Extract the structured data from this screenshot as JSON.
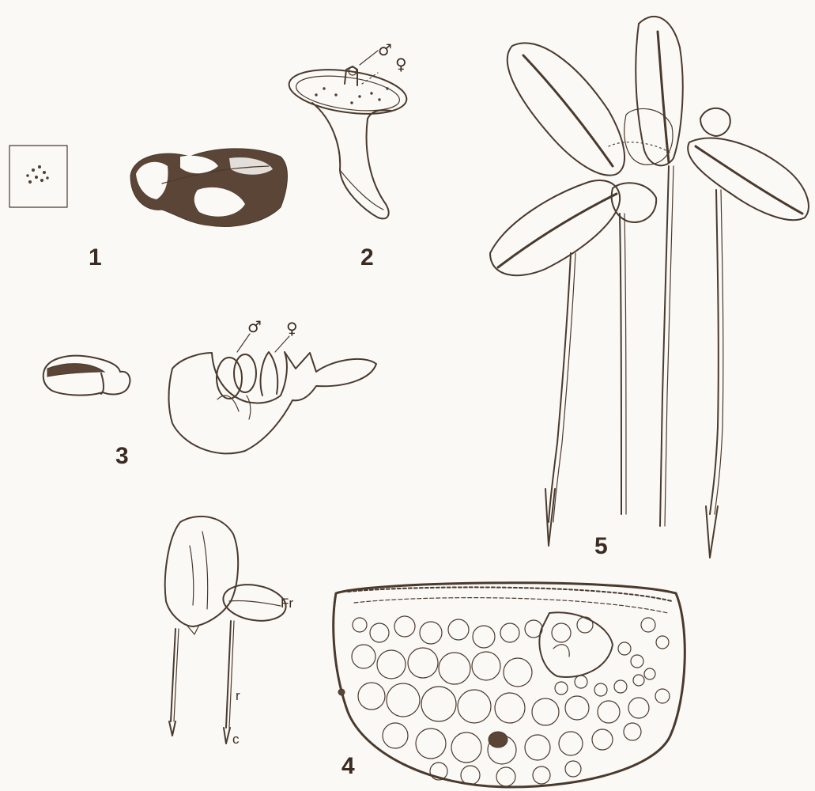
{
  "figures": {
    "fig1": {
      "number": "1"
    },
    "fig2": {
      "number": "2",
      "male_symbol": "♂",
      "female_symbol": "♀"
    },
    "fig3": {
      "number": "3",
      "male_symbol": "♂",
      "female_symbol": "♀"
    },
    "fig4": {
      "number": "4",
      "labels": {
        "fr": "Fr",
        "r": "r",
        "c": "c"
      }
    },
    "fig5": {
      "number": "5"
    }
  },
  "colors": {
    "ink": "#4a3a2e",
    "paper": "#fbf9f6"
  }
}
